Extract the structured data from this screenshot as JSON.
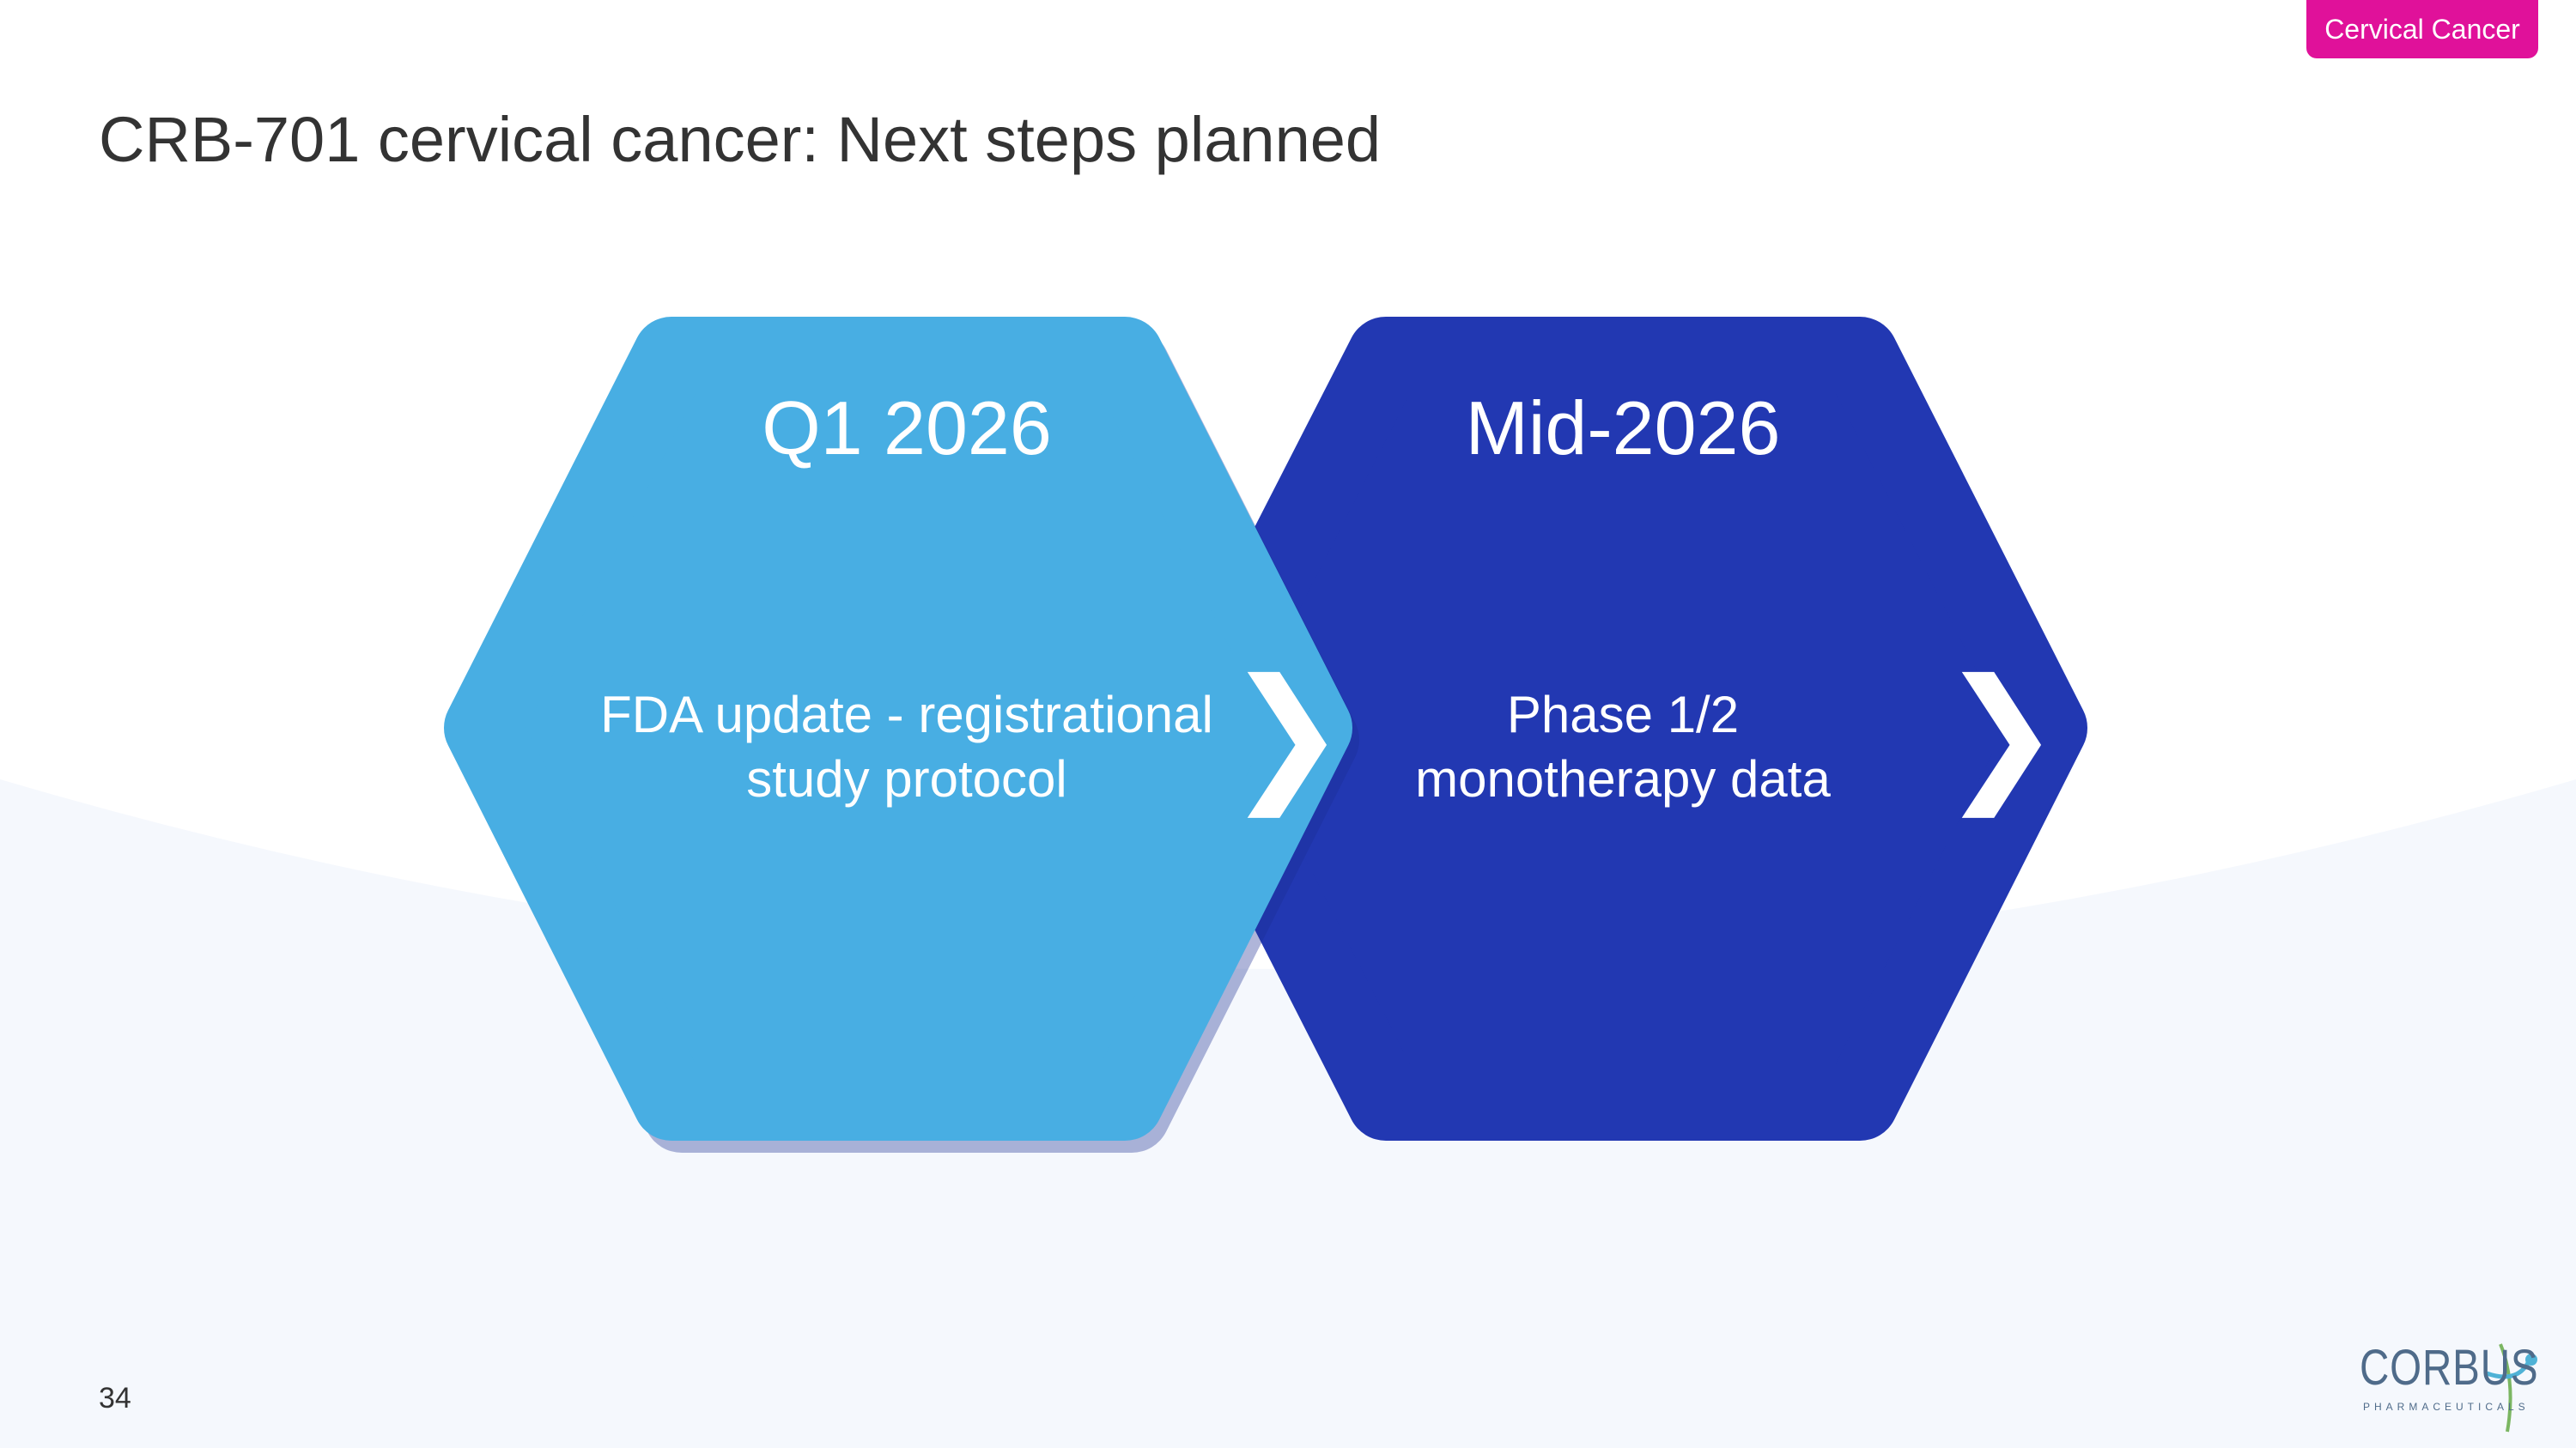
{
  "tag": {
    "label": "Cervical Cancer"
  },
  "title": "CRB-701 cervical cancer: Next steps planned",
  "steps": [
    {
      "heading": "Q1 2026",
      "body_lines": [
        "FDA update - registrational",
        "study protocol"
      ],
      "color": "#48aee3",
      "arrow": "❯"
    },
    {
      "heading": "Mid-2026",
      "body_lines": [
        "Phase 1/2",
        "monotherapy data"
      ],
      "color": "#2238b2",
      "arrow": "❯"
    }
  ],
  "footer": {
    "page_number": "34"
  },
  "logo": {
    "name": "CORBUS",
    "tagline": "PHARMACEUTICALS",
    "accent_color": "#4fb2d6"
  },
  "colors": {
    "tag": "#e0119a",
    "title": "#333333",
    "background_band": "#f5f8fd"
  }
}
